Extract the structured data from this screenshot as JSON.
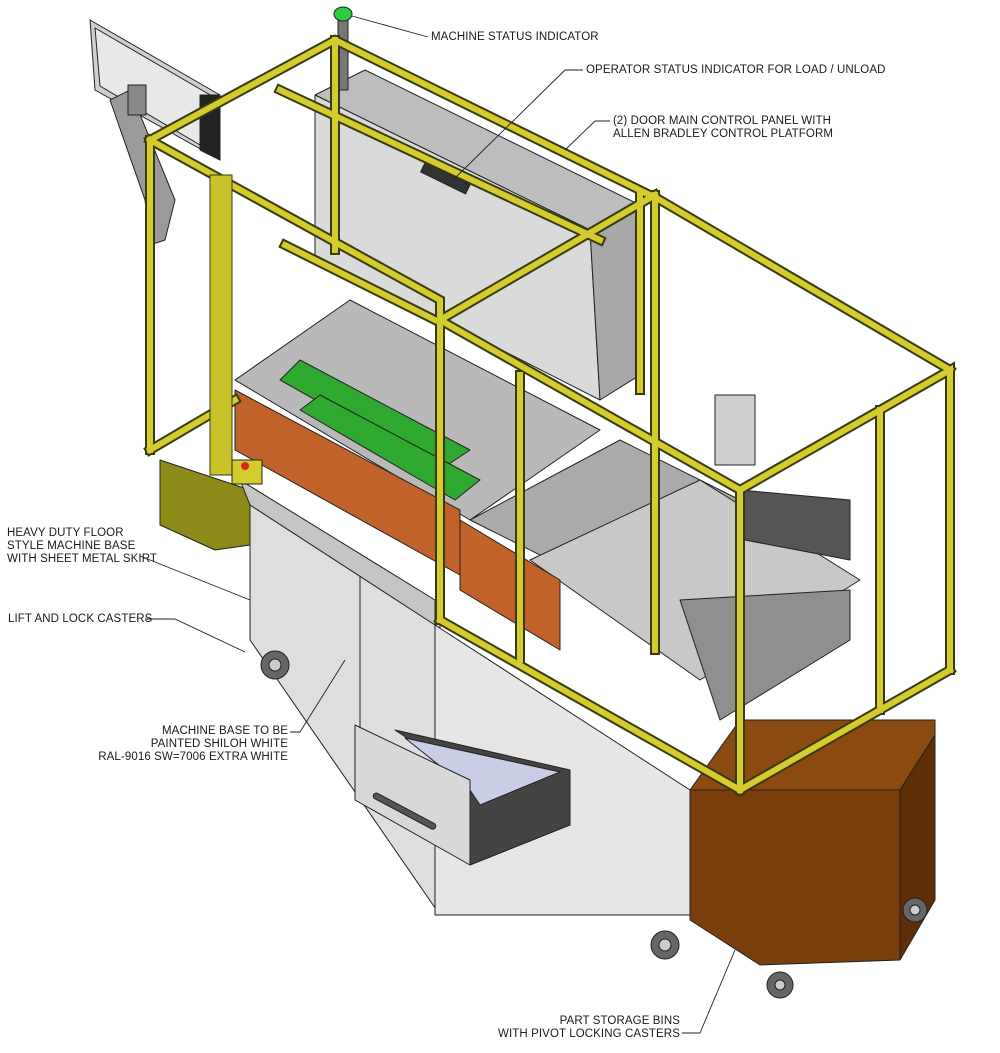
{
  "callouts": {
    "machine_status": "MACHINE STATUS INDICATOR",
    "operator_status": "OPERATOR STATUS INDICATOR FOR LOAD / UNLOAD",
    "control_panel": [
      "(2) DOOR MAIN CONTROL PANEL WITH",
      "ALLEN BRADLEY CONTROL PLATFORM"
    ],
    "machine_base": [
      "HEAVY DUTY FLOOR",
      "STYLE MACHINE BASE",
      "WITH SHEET METAL SKIRT"
    ],
    "casters": "LIFT AND LOCK CASTERS",
    "paint": [
      "MACHINE BASE TO BE",
      "PAINTED SHILOH WHITE",
      "RAL-9016 SW=7006 EXTRA WHITE"
    ],
    "storage_bins": [
      "PART STORAGE BINS",
      "WITH PIVOT LOCKING CASTERS"
    ]
  },
  "colors": {
    "frame_yellow": "#c9c22a",
    "frame_dark": "#3a3a10",
    "panel_gray": "#d9d9d9",
    "base_gray": "#dcdcdc",
    "bin_orange": "#7a3e0c",
    "rail_orange": "#c0622a",
    "tooling_green": "#2fa82f",
    "status_green": "#2ecc40"
  }
}
